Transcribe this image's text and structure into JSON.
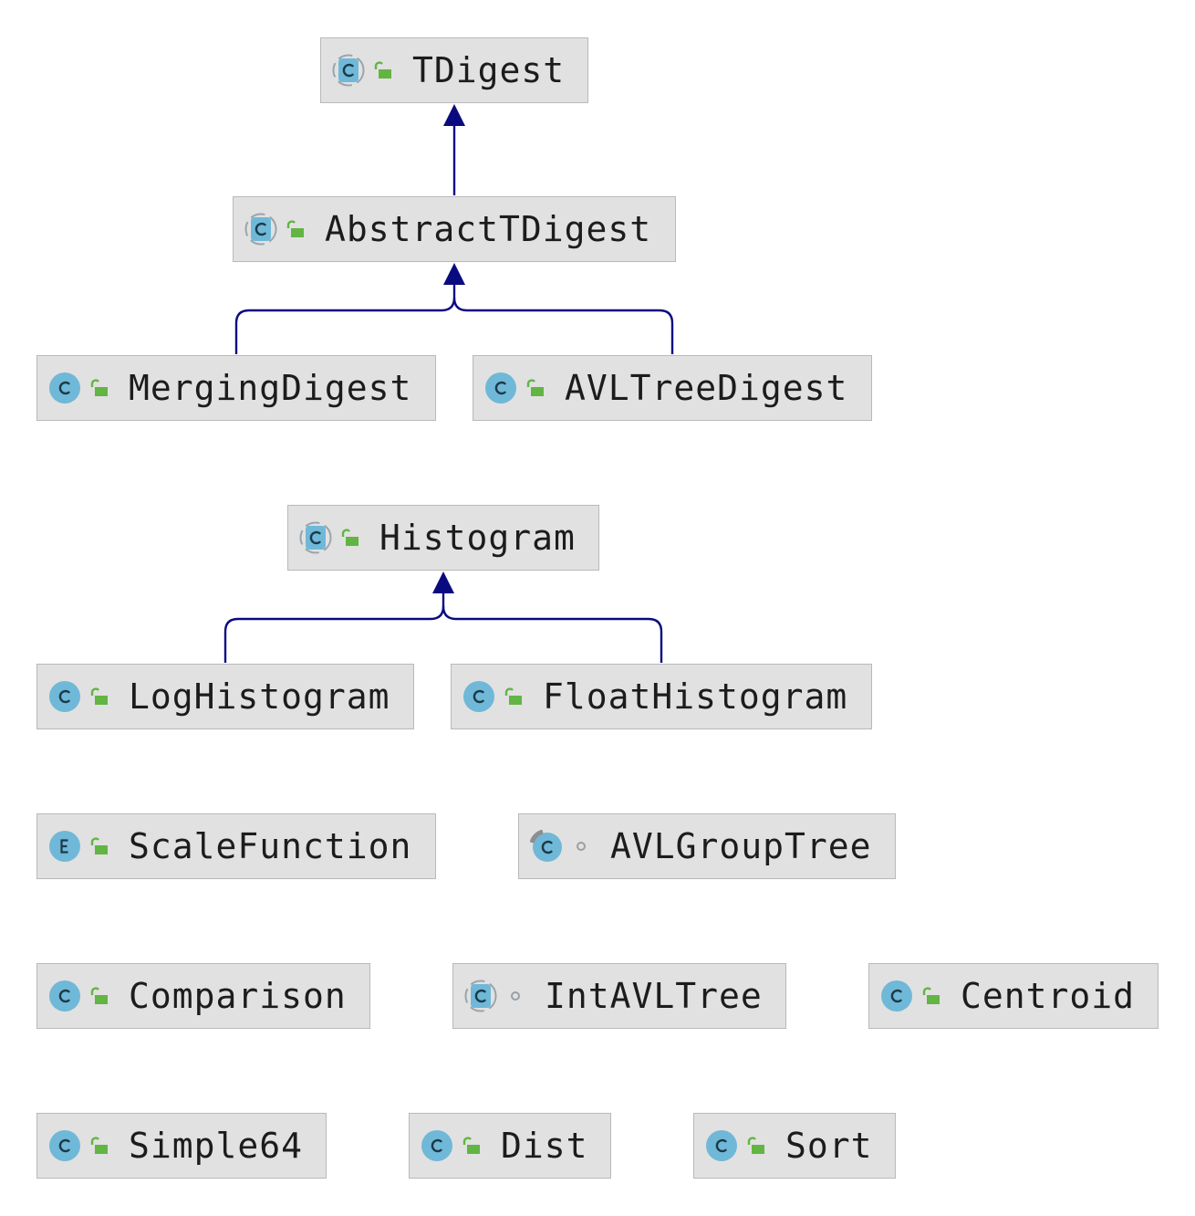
{
  "classes": {
    "tdigest": {
      "name": "TDigest",
      "kind": "abstract-class",
      "visibility": "public"
    },
    "abstract_tdigest": {
      "name": "AbstractTDigest",
      "kind": "abstract-class",
      "visibility": "public"
    },
    "merging_digest": {
      "name": "MergingDigest",
      "kind": "class",
      "visibility": "public"
    },
    "avl_tree_digest": {
      "name": "AVLTreeDigest",
      "kind": "class",
      "visibility": "public"
    },
    "histogram": {
      "name": "Histogram",
      "kind": "abstract-class",
      "visibility": "public"
    },
    "log_histogram": {
      "name": "LogHistogram",
      "kind": "class",
      "visibility": "public"
    },
    "float_histogram": {
      "name": "FloatHistogram",
      "kind": "class",
      "visibility": "public"
    },
    "scale_function": {
      "name": "ScaleFunction",
      "kind": "enum",
      "visibility": "public"
    },
    "avl_group_tree": {
      "name": "AVLGroupTree",
      "kind": "final-class",
      "visibility": "package-private"
    },
    "comparison": {
      "name": "Comparison",
      "kind": "class",
      "visibility": "public"
    },
    "int_avl_tree": {
      "name": "IntAVLTree",
      "kind": "abstract-class",
      "visibility": "package-private"
    },
    "centroid": {
      "name": "Centroid",
      "kind": "class",
      "visibility": "public"
    },
    "simple64": {
      "name": "Simple64",
      "kind": "class",
      "visibility": "public"
    },
    "dist": {
      "name": "Dist",
      "kind": "class",
      "visibility": "public"
    },
    "sort": {
      "name": "Sort",
      "kind": "class",
      "visibility": "public"
    }
  },
  "inheritance": [
    {
      "child": "AbstractTDigest",
      "parent": "TDigest"
    },
    {
      "child": "MergingDigest",
      "parent": "AbstractTDigest"
    },
    {
      "child": "AVLTreeDigest",
      "parent": "AbstractTDigest"
    },
    {
      "child": "LogHistogram",
      "parent": "Histogram"
    },
    {
      "child": "FloatHistogram",
      "parent": "Histogram"
    }
  ],
  "icons": {
    "class": "class-icon",
    "abstract-class": "abstract-class-icon",
    "enum": "enum-icon",
    "final-class": "final-class-icon",
    "public": "public-lock-icon",
    "package-private": "package-private-icon"
  },
  "colors": {
    "node_fill": "#e1e1e1",
    "node_border": "#b9b9b9",
    "class_icon": "#6fb8d8",
    "lock_icon": "#62b543",
    "edge": "#0a0a80"
  }
}
